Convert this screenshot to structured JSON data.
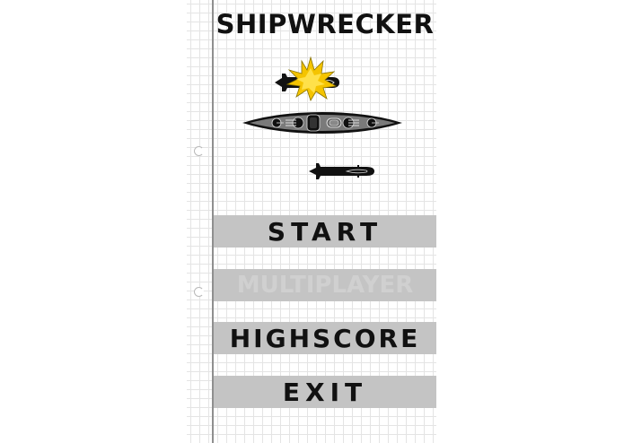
{
  "game": {
    "title": "SHIPWRECKER"
  },
  "menu": {
    "items": [
      {
        "label": "START",
        "enabled": true
      },
      {
        "label": "MULTIPLAYER",
        "enabled": false
      },
      {
        "label": "HIGHSCORE",
        "enabled": true
      },
      {
        "label": "EXIT",
        "enabled": true
      }
    ]
  },
  "illustrations": {
    "icons": [
      "submarine-explosion-icon",
      "battleship-icon",
      "submarine-icon"
    ]
  },
  "colors": {
    "button_bg": "#c4c4c4",
    "button_text": "#111111",
    "disabled_text": "#d0d0d0",
    "explosion_fill": "#f5c400",
    "margin_line": "#8f8f8f",
    "grid_line": "#e4e4e4"
  }
}
